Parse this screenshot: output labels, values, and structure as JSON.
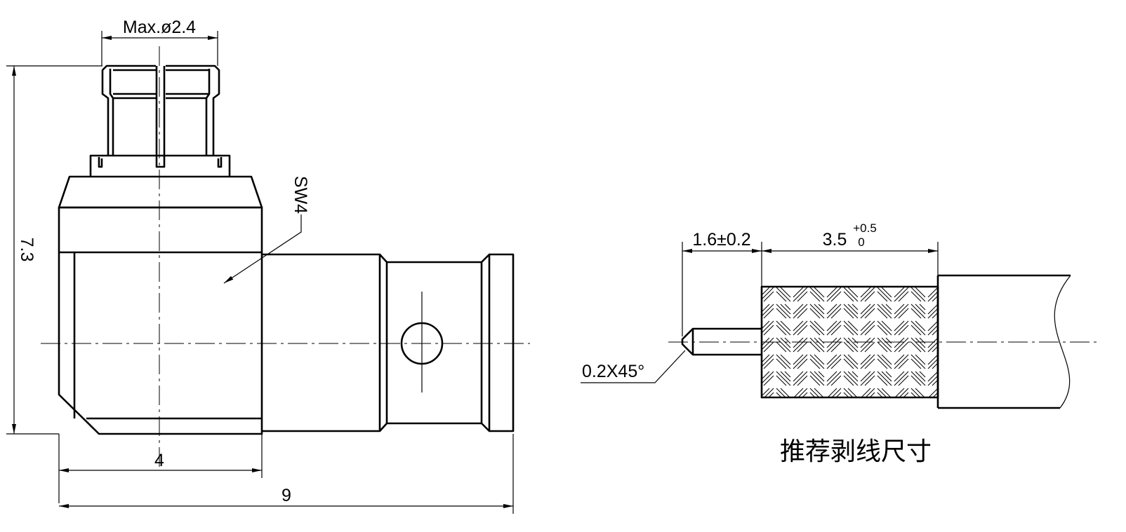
{
  "left_view": {
    "dim_pin_diameter": "Max.ø2.4",
    "dim_height": "7.3",
    "dim_body_width": "4",
    "dim_total_length": "9",
    "wrench_size": "SW4"
  },
  "right_view": {
    "dim_pin_length": "1.6±0.2",
    "dim_braid_length": "3.5",
    "dim_braid_tol_upper": "+0.5",
    "dim_braid_tol_lower": "0",
    "chamfer_note": "0.2X45°",
    "caption": "推荐剥线尺寸"
  }
}
